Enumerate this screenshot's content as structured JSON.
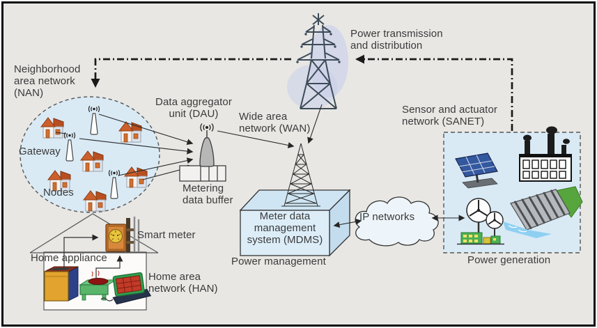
{
  "figure": {
    "title": "Smart grid communication architecture diagram",
    "colors": {
      "background": "#e8e7e4",
      "network_area_fill": "#d9eaf5",
      "mdms_fill": "#dcedf8",
      "roof_orange": "#c75b28",
      "line_dark": "#262626",
      "text": "#3a3a3a"
    }
  },
  "labels": {
    "nan": "Neighborhood\narea network\n(NAN)",
    "gateway": "Gateway",
    "nodes": "Nodes",
    "dau": "Data aggregator\nunit (DAU)",
    "wan": "Wide area\nnetwork (WAN)",
    "power_transmission": "Power transmission\nand distribution",
    "sanet": "Sensor and actuator\nnetwork (SANET)",
    "metering_buffer": "Metering\ndata buffer",
    "smart_meter": "Smart meter",
    "home_appliance": "Home appliance",
    "han": "Home area\nnetwork (HAN)",
    "mdms": "Meter data\nmanagement\nsystem (MDMS)",
    "power_management": "Power management",
    "ip_networks": "IP networks",
    "power_generation": "Power generation"
  },
  "icons": {
    "house-icon": "residential house node",
    "gateway-antenna-icon": "wireless gateway cone antenna",
    "dau-antenna-icon": "data aggregator cone antenna",
    "metering-buffer-icon": "buffer cell queue",
    "transmission-tower-icon": "high-voltage lattice tower",
    "wan-mast-icon": "radio lattice mast",
    "ip-cloud-icon": "network cloud",
    "solar-panel-icon": "solar panel",
    "factory-icon": "factory with smoking chimneys",
    "hydro-dam-icon": "hydroelectric dam",
    "wind-turbine-icon": "wind turbines with buildings",
    "smart-meter-icon": "smart meter gauge on pipes",
    "washing-machine-icon": "washing machine",
    "stove-icon": "stove with burner",
    "heater-icon": "space heater"
  }
}
